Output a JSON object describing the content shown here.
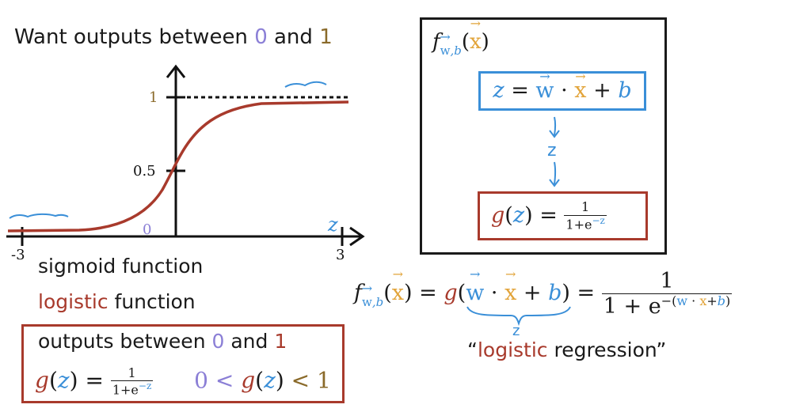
{
  "title": {
    "prefix": "Want outputs between ",
    "zero": "0",
    "mid": " and ",
    "one": "1"
  },
  "graph": {
    "y_tick_1": "1",
    "y_tick_half": "0.5",
    "y_tick_0": "0",
    "x_tick_neg3": "-3",
    "x_tick_3": "3",
    "axis_var": "z"
  },
  "labels": {
    "sigmoid": "sigmoid function",
    "logistic_word": "logistic",
    "function_word": " function"
  },
  "summary_box": {
    "prefix": "outputs between ",
    "zero": "0",
    "mid": " and ",
    "one": "1",
    "g": "g",
    "z": "z",
    "eq": " = ",
    "num": "1",
    "den_base": "1+e",
    "den_exp": "−z",
    "range_left": "0 <",
    "range_right": "< 1"
  },
  "model_box": {
    "f": "f",
    "sub_w": "w",
    "sub_b": ",b",
    "x": "x",
    "z_line": {
      "z": "z",
      "eq": " = ",
      "w": "w",
      "dot": " · ",
      "x": "x",
      "plus": " + ",
      "b": "b"
    },
    "arrow_z": "z",
    "g_line": {
      "g": "g",
      "z": "z",
      "eq": " = ",
      "num": "1",
      "den_base": "1+e",
      "den_exp": "−z"
    }
  },
  "main_formula": {
    "f": "f",
    "sub_w": "w",
    "sub_b": ",b",
    "x": "x",
    "eq1": " = ",
    "g": "g",
    "w": "w",
    "dot": " · ",
    "plus": " + ",
    "b": "b",
    "eq2": " = ",
    "num": "1",
    "den_base": "1 + e",
    "den_exp_open": "−(",
    "den_exp_close": ")",
    "brace_z": "z"
  },
  "caption": {
    "open": "“",
    "logistic": "logistic",
    "rest": " regression”"
  },
  "colors": {
    "red": "#a83a2c",
    "blue": "#3a8fd8",
    "orange": "#e2a43a",
    "purple": "#8b7fd6",
    "brown": "#8a6a2a"
  }
}
